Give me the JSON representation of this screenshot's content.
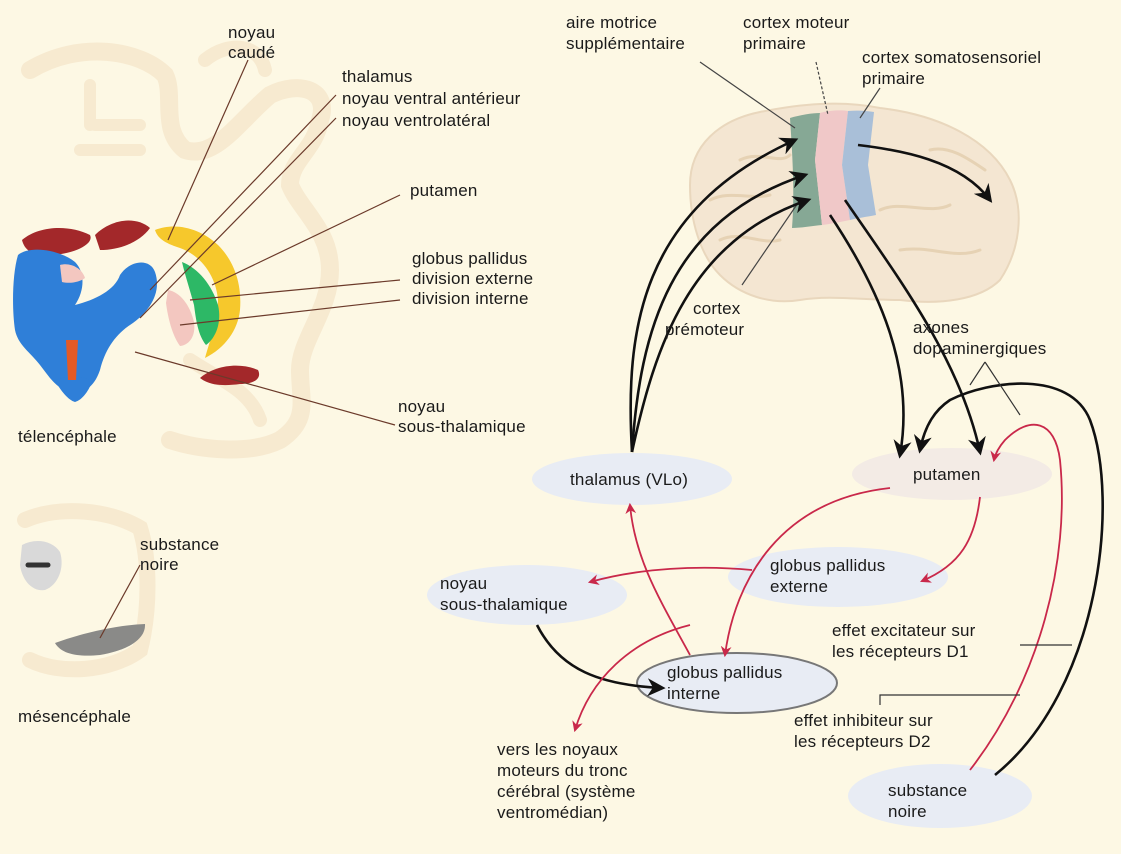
{
  "colors": {
    "background": "#fdf8e4",
    "cream": "#f7ead0",
    "caudate": "#f6c82c",
    "putamen_green": "#2db866",
    "blue_structure": "#2f7fd8",
    "dark_red": "#a3282a",
    "pink": "#f3c7c0",
    "node_fill": "#e8ecf4",
    "red_arrow": "#c9284a",
    "black_arrow": "#111111",
    "premotor": "#86a895",
    "motor": "#f0c8c8",
    "somato": "#a9bfd8",
    "nigra": "#8a8a88"
  },
  "sections": {
    "telencephale": "télencéphale",
    "mesencephale": "mésencéphale"
  },
  "labels": {
    "noyau_caude": [
      "noyau",
      "caudé"
    ],
    "thalamus_group": [
      "thalamus",
      "noyau ventral antérieur",
      "noyau ventrolatéral"
    ],
    "putamen": "putamen",
    "globus_pallidus": [
      "globus pallidus",
      "division externe",
      "division interne"
    ],
    "noyau_sous_thalamique": [
      "noyau",
      "sous-thalamique"
    ],
    "substance_noire": [
      "substance",
      "noire"
    ],
    "aire_motrice": [
      "aire motrice",
      "supplémentaire"
    ],
    "cortex_moteur": [
      "cortex moteur",
      "primaire"
    ],
    "cortex_somato": [
      "cortex somatosensoriel",
      "primaire"
    ],
    "cortex_premoteur": [
      "cortex",
      "prémoteur"
    ],
    "axones": [
      "axones",
      "dopaminergiques"
    ],
    "effet_excitateur": [
      "effet excitateur sur",
      "les récepteurs D1"
    ],
    "effet_inhibiteur": [
      "effet inhibiteur sur",
      "les récepteurs D2"
    ],
    "vers_noyaux": [
      "vers les noyaux",
      "moteurs du tronc",
      "cérébral (système",
      "ventromédian)"
    ]
  },
  "nodes": {
    "thalamus_vlo": [
      "thalamus (VLo)"
    ],
    "putamen": [
      "putamen"
    ],
    "gp_externe": [
      "globus pallidus",
      "externe"
    ],
    "noyau_st": [
      "noyau",
      "sous-thalamique"
    ],
    "gp_interne": [
      "globus pallidus",
      "interne"
    ],
    "substance_noire": [
      "substance",
      "noire"
    ]
  }
}
